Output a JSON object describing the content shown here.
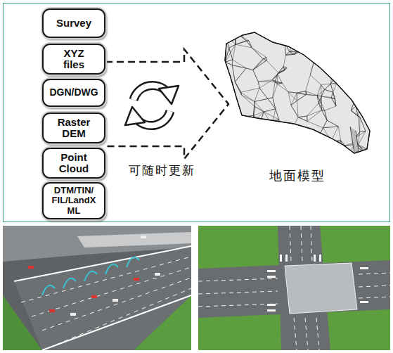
{
  "diagram": {
    "nodes": [
      {
        "text": [
          "Survey"
        ]
      },
      {
        "text": [
          "XYZ files"
        ]
      },
      {
        "text": [
          "DGN/DWG"
        ]
      },
      {
        "text": [
          "Raster DEM"
        ]
      },
      {
        "text": [
          "Point Cloud"
        ]
      },
      {
        "text": [
          "DTM/TIN/ FIL/LandX ML"
        ]
      }
    ],
    "labels": [
      "可随时更新",
      "地面模型"
    ]
  }
}
